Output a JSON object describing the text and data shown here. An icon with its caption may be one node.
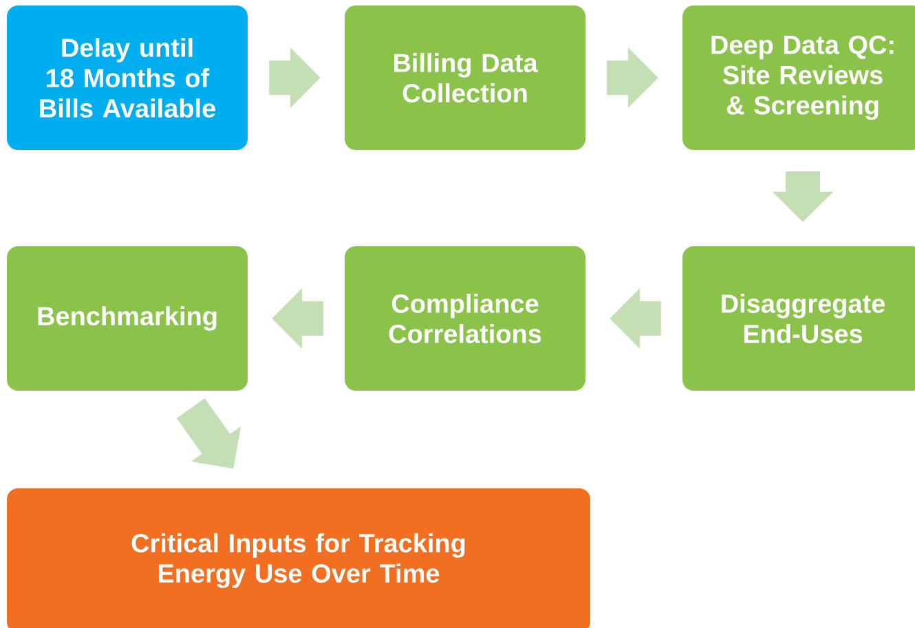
{
  "diagram": {
    "nodes": [
      {
        "text": [
          "Delay until 18 Months of Bills Available"
        ]
      },
      {
        "text": [
          "Billing Data Collection"
        ]
      },
      {
        "text": [
          "Deep Data QC: Site Reviews & Screening"
        ]
      },
      {
        "text": [
          "Disaggregate End-Uses"
        ]
      },
      {
        "text": [
          "Compliance Correlations"
        ]
      },
      {
        "text": [
          "Benchmarking"
        ]
      },
      {
        "text": [
          "Critical Inputs for Tracking Energy Use Over Time"
        ]
      }
    ],
    "edges": [
      {
        "from": 0,
        "to": 1,
        "arrow": "to"
      },
      {
        "from": 1,
        "to": 2,
        "arrow": "to"
      },
      {
        "from": 2,
        "to": 3,
        "arrow": "to"
      },
      {
        "from": 3,
        "to": 4,
        "arrow": "to"
      },
      {
        "from": 4,
        "to": 5,
        "arrow": "to"
      },
      {
        "from": 5,
        "to": 6,
        "arrow": "to"
      }
    ]
  }
}
